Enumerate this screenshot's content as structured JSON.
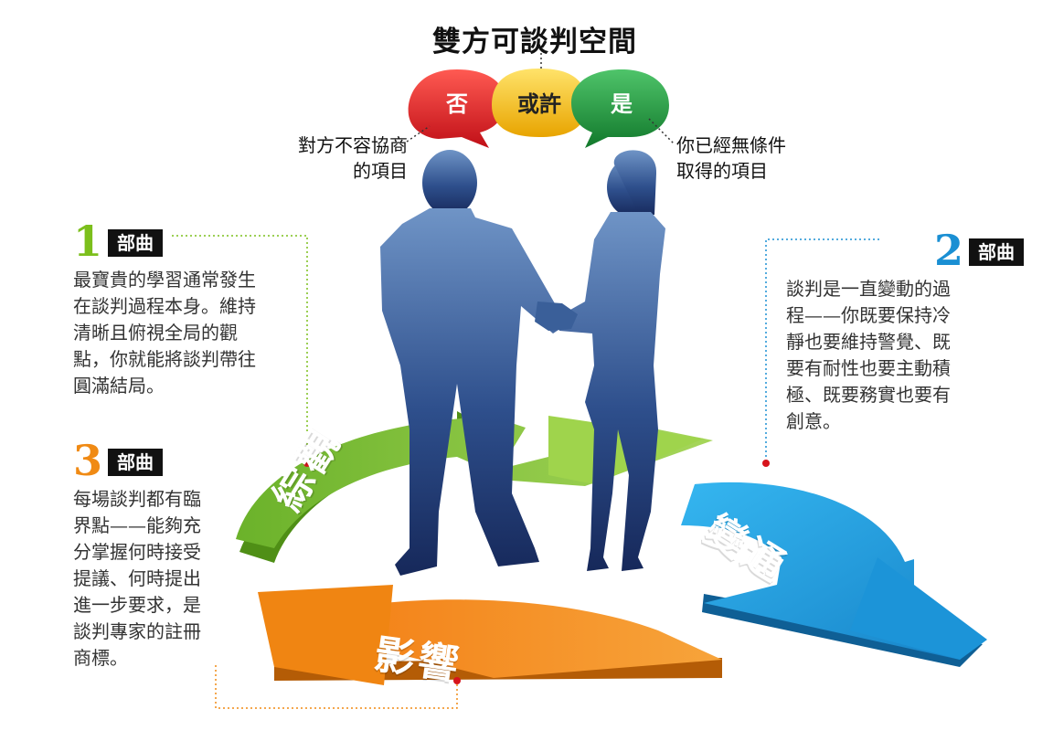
{
  "title": "雙方可談判空間",
  "bubbles": [
    {
      "label": "否",
      "color": "#d7141c"
    },
    {
      "label": "或許",
      "color": "#f2b705"
    },
    {
      "label": "是",
      "color": "#1a8b35"
    }
  ],
  "callouts": {
    "left": [
      "對方不容協商",
      "的項目"
    ],
    "right": [
      "你已經無條件",
      "取得的項目"
    ]
  },
  "sections": [
    {
      "number": "1",
      "badge": "部曲",
      "color": "#7cbf1c",
      "lines": [
        "最寶貴的學習通常發生",
        "在談判過程本身。維持",
        "清晰且俯視全局的觀",
        "點，你就能將談判帶往",
        "圓滿結局。"
      ]
    },
    {
      "number": "2",
      "badge": "部曲",
      "color": "#1a8fd3",
      "lines": [
        "談判是一直變動的過",
        "程——你既要保持冷",
        "靜也要維持警覺、既",
        "要有耐性也要主動積",
        "極、既要務實也要有",
        "創意。"
      ]
    },
    {
      "number": "3",
      "badge": "部曲",
      "color": "#f08a14",
      "lines": [
        "每場談判都有臨",
        "界點——能夠充",
        "分掌握何時接受",
        "提議、何時提出",
        "進一步要求，是",
        "談判專家的註冊",
        "商標。"
      ]
    }
  ],
  "arrows": [
    {
      "label": "綜觀",
      "color": "#8cc63f"
    },
    {
      "label": "變通",
      "color": "#1c9fe0"
    },
    {
      "label": "影響",
      "color": "#f0870f"
    }
  ]
}
